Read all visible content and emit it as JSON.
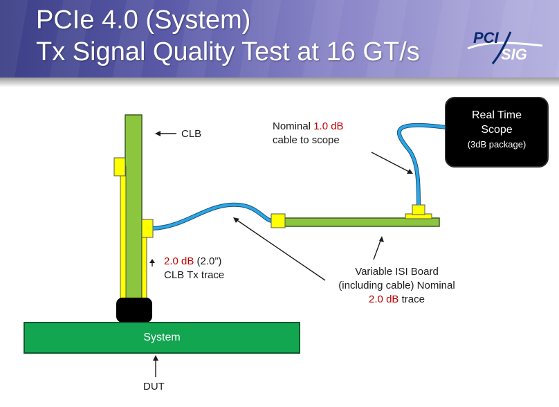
{
  "header": {
    "title_line1": "PCIe 4.0 (System)",
    "title_line2": "Tx Signal Quality Test at 16 GT/s",
    "logo_top": "PCI",
    "logo_bottom": "SIG"
  },
  "labels": {
    "clb": "CLB",
    "cable_line1_pre": "Nominal ",
    "cable_line1_val": "1.0 dB",
    "cable_line2": "cable to scope",
    "scope_line1": "Real Time",
    "scope_line2": "Scope",
    "scope_line3": "(3dB package)",
    "clb_trace_val": "2.0 dB",
    "clb_trace_rest": " (2.0”)",
    "clb_trace_line2": "CLB Tx trace",
    "isi_line1": "Variable ISI Board",
    "isi_line2": "(including cable) Nominal",
    "isi_line3_val": "2.0 dB",
    "isi_line3_rest": " trace",
    "system": "System",
    "dut": "DUT"
  },
  "colors": {
    "board_green": "#8cc63f",
    "trace_yellow": "#ffff00",
    "cable_blue": "#29a8e0",
    "system_green": "#13a651",
    "highlight_red": "#c00000"
  }
}
